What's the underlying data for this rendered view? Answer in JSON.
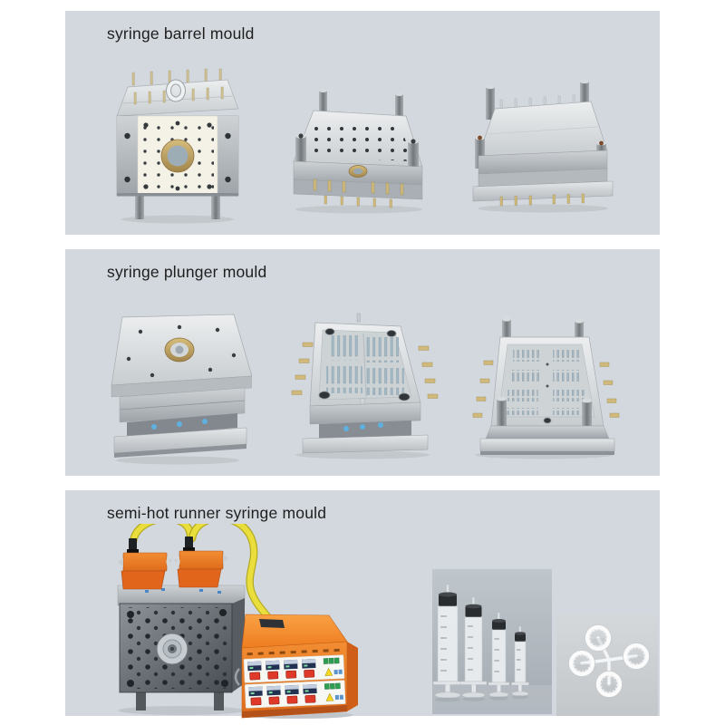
{
  "page": {
    "background": "#ffffff",
    "kind": "product-showcase"
  },
  "sections": [
    {
      "title": "syringe barrel mould",
      "photos": [
        "barrel-mould-closed-front-view",
        "barrel-mould-cavity-plate",
        "barrel-mould-core-plate"
      ]
    },
    {
      "title": "syringe plunger mould",
      "photos": [
        "plunger-mould-closed-stack",
        "plunger-mould-cavity-plate",
        "plunger-mould-core-plate"
      ]
    },
    {
      "title": "semi-hot runner syringe mould",
      "photos": [
        "hot-runner-mould-with-heaters-and-tubes",
        "temperature-controller-box",
        "syringes-product-photo",
        "moulded-ring-parts-photo"
      ]
    }
  ],
  "colors": {
    "panel_background": "#d2d8dd",
    "controller_orange": "#ef8329",
    "heater_orange": "#e2651c",
    "tube_yellow": "#e9de3c",
    "brass": "#c2a564",
    "blue_fitting": "#5fb0e0",
    "red_button": "#df3a29",
    "green_terminal": "#2e9e52",
    "syringe_photo_background": "#b2b9c0",
    "rings_photo_background": "#cdd1d4",
    "title_text": "#1e1e1e"
  }
}
